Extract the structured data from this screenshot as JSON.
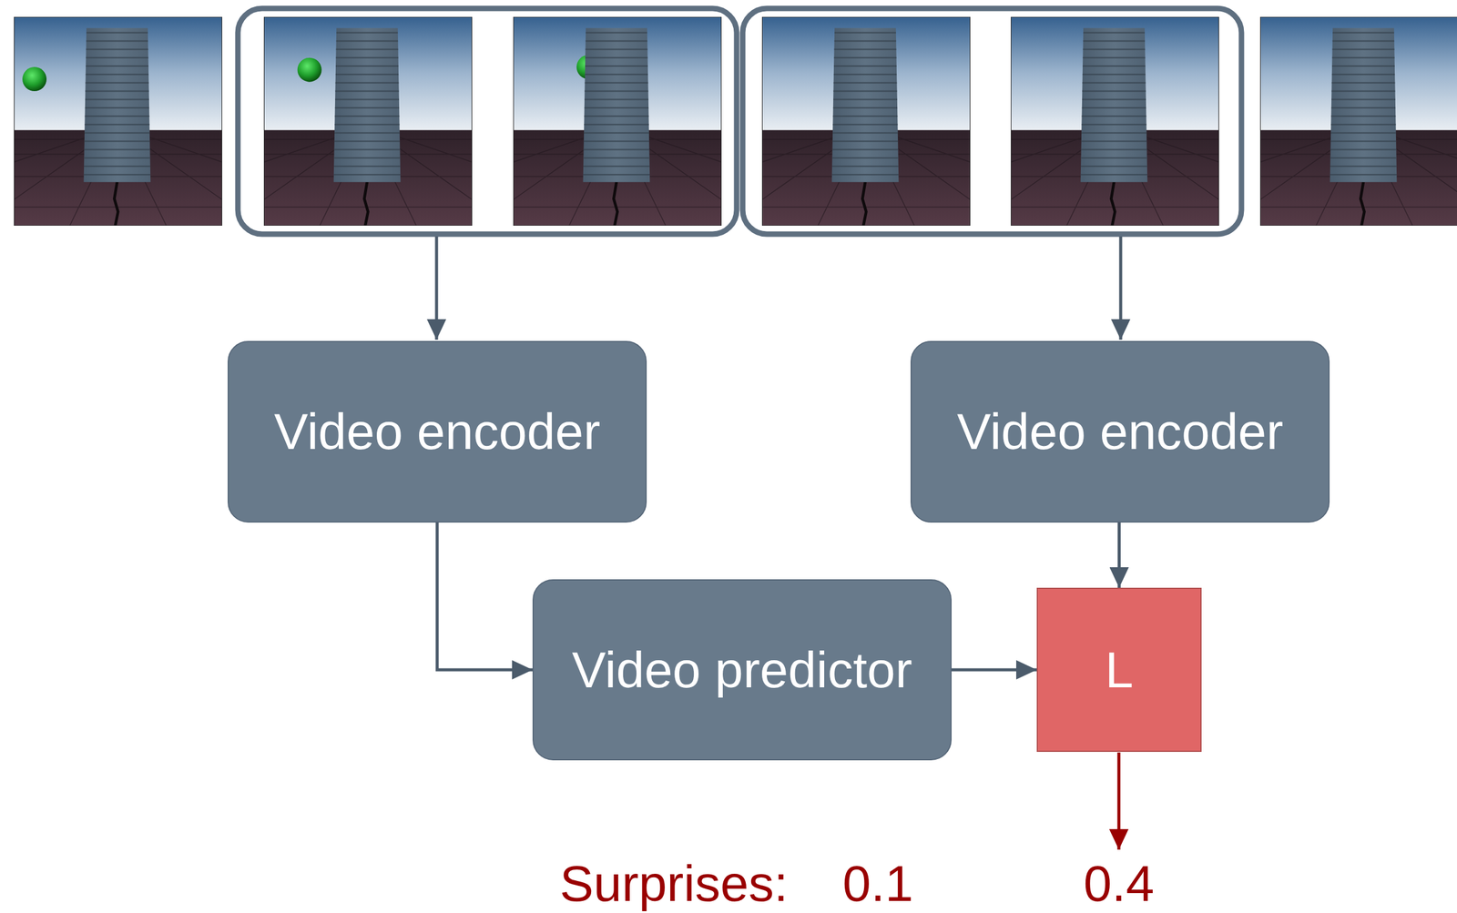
{
  "diagram": {
    "nodes": [
      {
        "text": [
          "Video encoder"
        ]
      },
      {
        "text": [
          "Video encoder"
        ]
      },
      {
        "text": [
          "Video predictor"
        ]
      },
      {
        "text": [
          "L"
        ]
      }
    ],
    "edges": [
      {
        "from": 0,
        "to": 2,
        "arrow": "to"
      },
      {
        "from": 2,
        "to": 3,
        "arrow": "to"
      },
      {
        "from": 1,
        "to": 3,
        "arrow": "to"
      }
    ],
    "labels": [
      "Surprises:",
      "0.1",
      "0.4"
    ]
  }
}
